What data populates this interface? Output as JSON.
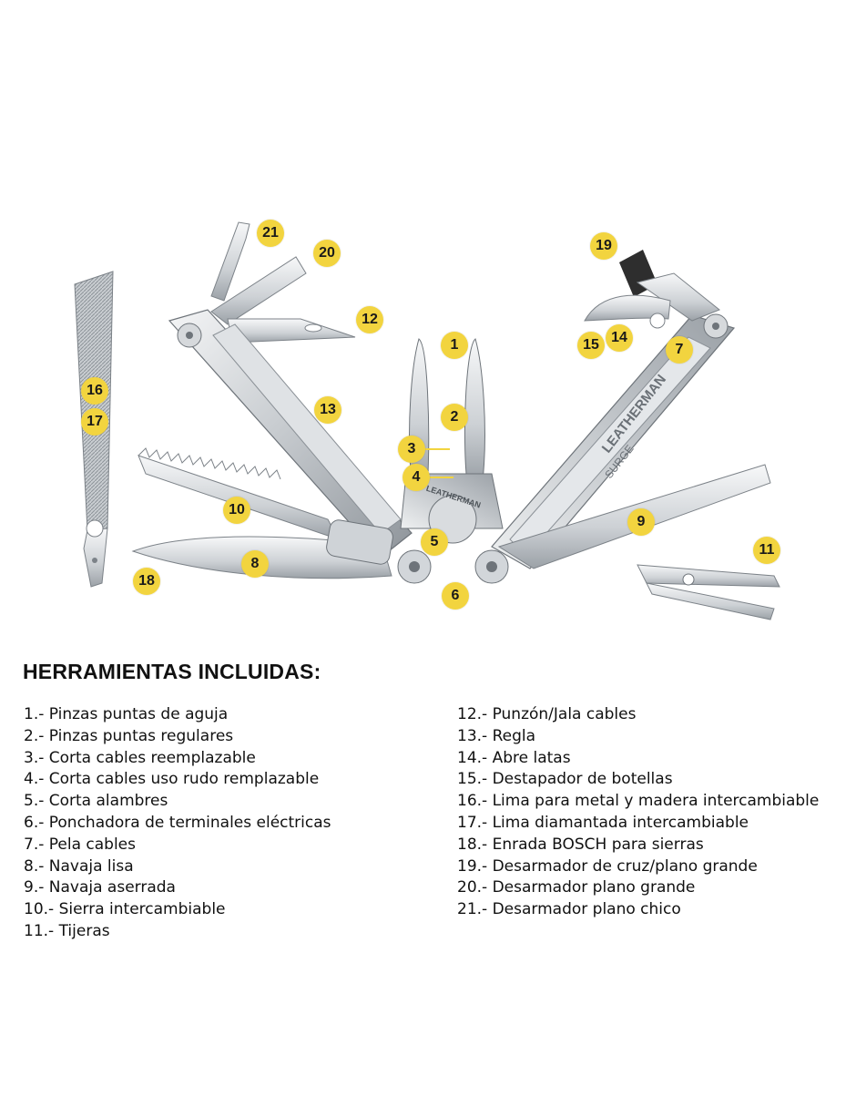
{
  "section_title": "HERRAMIENTAS INCLUIDAS:",
  "tool_list_left": [
    "1.- Pinzas puntas de aguja",
    "2.- Pinzas puntas regulares",
    "3.- Corta cables reemplazable",
    "4.- Corta cables uso rudo remplazable",
    "5.- Corta alambres",
    "6.- Ponchadora de terminales eléctricas",
    "7.- Pela cables",
    "8.- Navaja lisa",
    "9.- Navaja aserrada",
    "10.- Sierra intercambiable",
    "11.- Tijeras"
  ],
  "tool_list_right": [
    "12.- Punzón/Jala cables",
    "13.- Regla",
    "14.- Abre latas",
    "15.- Destapador de botellas",
    "16.- Lima para metal y madera intercambiable",
    "17.- Lima diamantada intercambiable",
    "18.- Enrada BOSCH para sierras",
    "19.- Desarmador de cruz/plano grande",
    "20.- Desarmador plano grande",
    "21.- Desarmador plano chico"
  ],
  "callouts": [
    "1",
    "2",
    "3",
    "4",
    "5",
    "6",
    "7",
    "8",
    "9",
    "10",
    "11",
    "12",
    "13",
    "14",
    "15",
    "16",
    "17",
    "18",
    "19",
    "20",
    "21"
  ],
  "engravings": {
    "pivot_brand": "LEATHERMAN",
    "handle_brand": "LEATHERMAN",
    "handle_model": "SURGE"
  },
  "colors": {
    "badge": "#f2d43f",
    "steel_light": "#e6e8ea",
    "steel_mid": "#b9bec3",
    "steel_dark": "#6e747a"
  },
  "icons": [
    "multitool-illustration"
  ]
}
